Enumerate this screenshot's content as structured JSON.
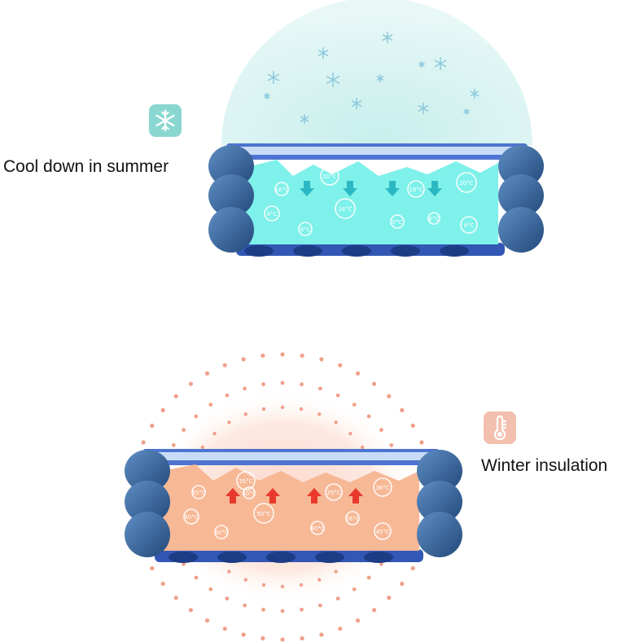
{
  "summer": {
    "label": "Cool down in summer",
    "icon": "snowflake-icon",
    "accent": "#7fd6d2",
    "liquid": "#7ef1ea",
    "temps": [
      "20°C",
      "16°C",
      "18°C",
      "20°C",
      "18°C",
      "8°C",
      "8°C",
      "8°C",
      "0°C",
      "8°C"
    ]
  },
  "winter": {
    "label": "Winter insulation",
    "icon": "thermometer-icon",
    "accent": "#f0b9a8",
    "liquid": "#f7b896",
    "arrow": "#e8392c",
    "temps": [
      "35°C",
      "25°C",
      "36°C",
      "45°C",
      "50°C",
      "26°C",
      "40°C",
      "30°C",
      "40°C",
      "50°C",
      "45°C"
    ]
  },
  "colors": {
    "roll": "#3e6fa5",
    "rollDark": "#244a7c",
    "rim": "#3b66c9"
  }
}
